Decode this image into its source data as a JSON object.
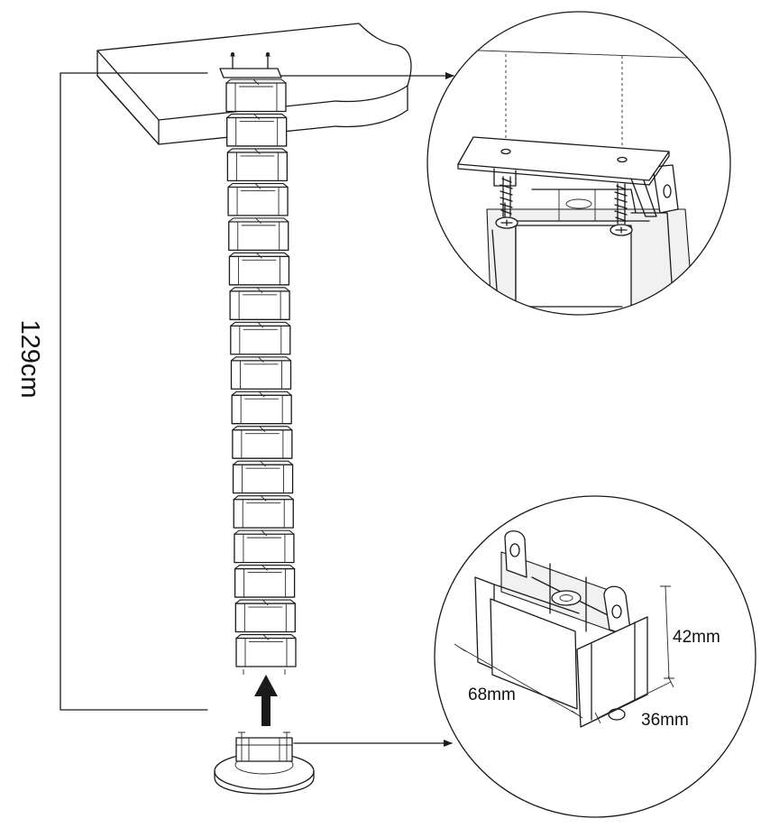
{
  "labels": {
    "total_length": "129cm",
    "width": "68mm",
    "depth": "36mm",
    "height": "42mm"
  },
  "colors": {
    "ink": "#1a1a1a",
    "background": "#ffffff",
    "panel_shade": "#f1f1f1"
  },
  "chain": {
    "segment_count": 17
  }
}
